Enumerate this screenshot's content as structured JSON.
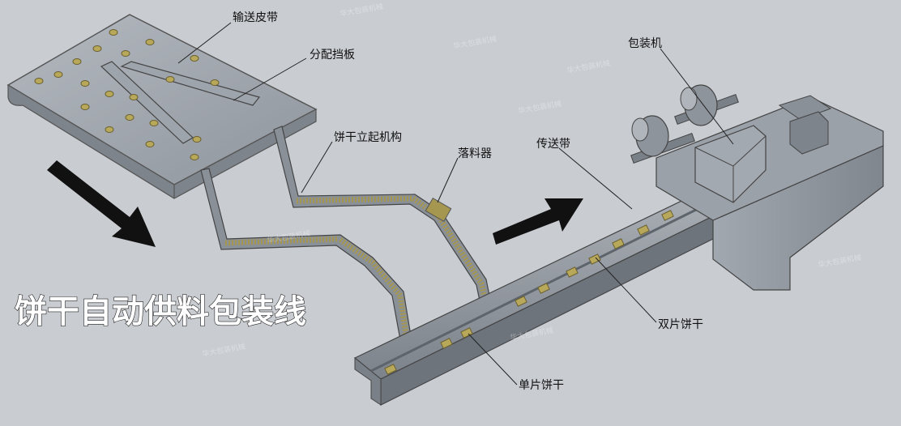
{
  "diagram": {
    "title": "饼干自动供料包装线",
    "labels": {
      "conveyor_belt": "输送皮带",
      "divider_plate": "分配挡板",
      "biscuit_stand_mechanism": "饼干立起机构",
      "dropper": "落料器",
      "transfer_belt": "传送带",
      "packaging_machine": "包装机",
      "double_biscuit": "双片饼干",
      "single_biscuit": "单片饼干"
    },
    "watermark": "华大包装机械"
  },
  "colors": {
    "background": "#c9ccd1",
    "machine_gray": "#9aa0a8",
    "machine_dark": "#6e747c",
    "biscuit": "#b8a85a",
    "arrow": "#111111"
  }
}
